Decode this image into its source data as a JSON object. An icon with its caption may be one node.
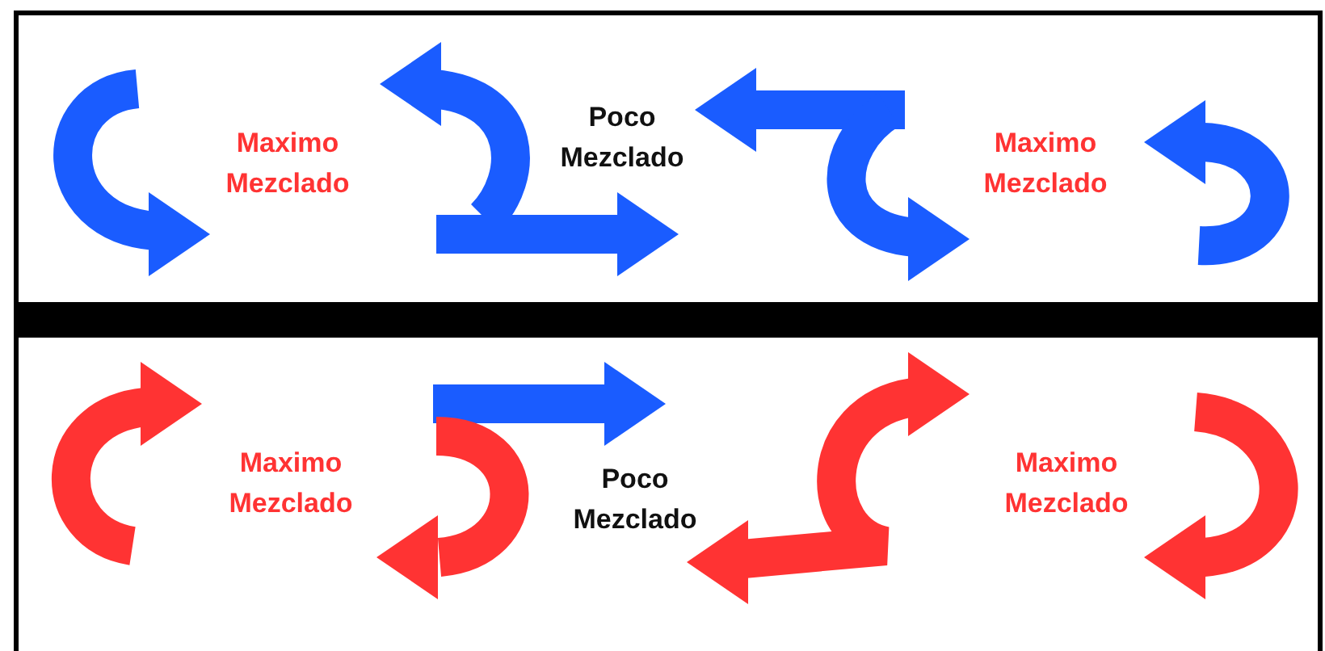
{
  "diagram": {
    "labels": [
      "Maximo Mezclado",
      "Poco Mezclado",
      "Maximo Mezclado",
      "Maximo Mezclado",
      "Poco Mezclado",
      "Maximo Mezclado"
    ]
  }
}
